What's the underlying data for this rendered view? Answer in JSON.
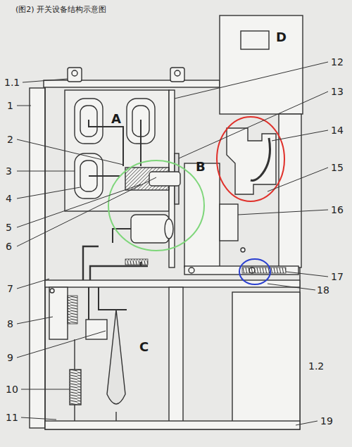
{
  "diagram": {
    "title": "(图2) 开关设备结构示意图",
    "labels": [
      "1.1",
      "1",
      "2",
      "3",
      "4",
      "5",
      "6",
      "7",
      "8",
      "9",
      "10",
      "11",
      "A",
      "B",
      "C",
      "D",
      "12",
      "13",
      "14",
      "15",
      "16",
      "17",
      "18",
      "19",
      "1.2"
    ]
  }
}
